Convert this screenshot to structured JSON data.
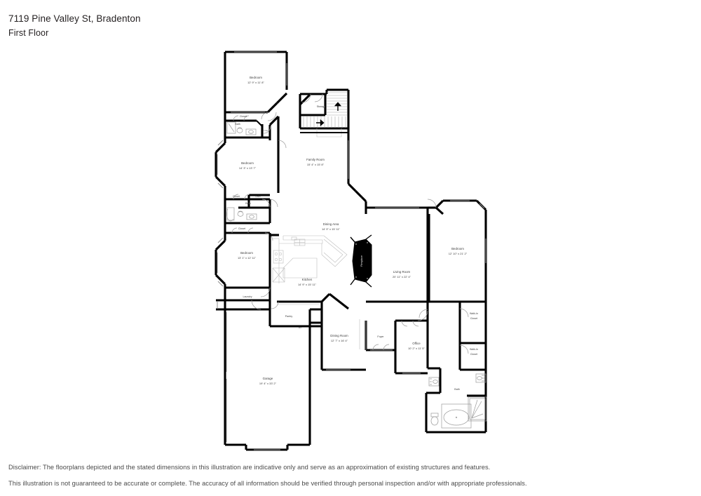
{
  "header": {
    "address": "7119 Pine Valley St, Bradenton",
    "floor": "First Floor"
  },
  "footer": {
    "line1": "Disclaimer: The floorplans depicted and the stated dimensions in this illustration are indicative only and serve as an approximation of existing structures and features.",
    "line2": "This illustration is not guaranteed to be accurate or complete. The accuracy of all information should be verified through personal inspection and/or with appropriate professionals."
  },
  "rooms": [
    {
      "id": "bedroom-1",
      "name": "Bedroom",
      "dim": "12' 9\" x 11' 8\""
    },
    {
      "id": "bedroom-2",
      "name": "Bedroom",
      "dim": "14' 3\" x 13' 7\""
    },
    {
      "id": "bedroom-3",
      "name": "Bedroom",
      "dim": "13' 1\" x 12' 11\""
    },
    {
      "id": "bedroom-master",
      "name": "Bedroom",
      "dim": "12' 10\" x 21' 2\""
    },
    {
      "id": "family-room",
      "name": "Family Room",
      "dim": "15' 4\" x 15' 8\""
    },
    {
      "id": "dining-area",
      "name": "Dining Area",
      "dim": "14' 9\" x 15' 11\""
    },
    {
      "id": "kitchen",
      "name": "Kitchen",
      "dim": "14' 9\" x 15' 11\""
    },
    {
      "id": "living-room",
      "name": "Living Room",
      "dim": "20' 11\" x 22' 4\""
    },
    {
      "id": "dining-room",
      "name": "Dining Room",
      "dim": "12' 7\" x 16' 4\""
    },
    {
      "id": "office",
      "name": "Office",
      "dim": "10' 2\" x 11' 5\""
    },
    {
      "id": "garage",
      "name": "Garage",
      "dim": "19' 4\" x 33' 2\""
    }
  ],
  "labels": {
    "closet": "Closet",
    "bath": "Bath",
    "linen": "Linen",
    "storage": "Storage",
    "laundry": "Laundry",
    "pantry": "Pantry",
    "foyer": "Foyer",
    "walk_in_closet_line1": "Walk-In",
    "walk_in_closet_line2": "Closet",
    "fireplace": "Fireplace",
    "water_heater": "WH"
  },
  "colors": {
    "wall": "#000000",
    "text": "#3c3c3c",
    "fixture": "#9a9a9a",
    "fireplace_fill": "#000000",
    "page_bg": "#ffffff"
  }
}
